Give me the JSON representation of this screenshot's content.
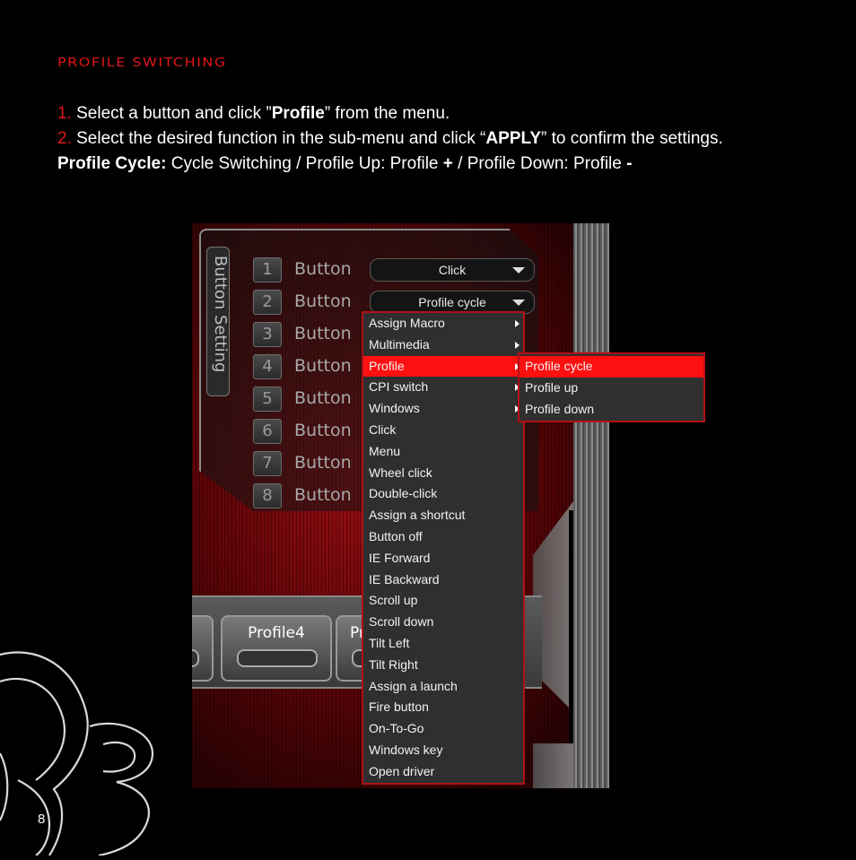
{
  "heading": "PROFILE SWITCHING",
  "instructions": {
    "step1": {
      "num": "1.",
      "pre": " Select a button and click ”",
      "bold": "Profile",
      "post": "” from the menu."
    },
    "step2": {
      "num": "2.",
      "pre": " Select the desired function in the sub-menu and click “",
      "bold": "APPLY",
      "post": "” to confirm the settings."
    },
    "step3": {
      "bold": "Profile Cycle:",
      "text": " Cycle Switching / Profile Up: Profile ",
      "plus": "+",
      "mid": " / Profile Down: Profile ",
      "minus": "-"
    }
  },
  "app": {
    "side_tab_label": "Button Setting",
    "button_label": "Button",
    "button_numbers": [
      "1",
      "2",
      "3",
      "4",
      "5",
      "6",
      "7",
      "8"
    ],
    "dropdown1": "Click",
    "dropdown2": "Profile cycle",
    "profile_buttons": [
      "Profile4",
      "Pr"
    ]
  },
  "menu": {
    "items": [
      "Assign Macro",
      "Multimedia",
      "Profile",
      "CPI switch",
      "Windows",
      "Click",
      "Menu",
      "Wheel click",
      "Double-click",
      "Assign a shortcut",
      "Button off",
      "IE Forward",
      "IE Backward",
      "Scroll up",
      "Scroll down",
      "Tilt Left",
      "Tilt Right",
      "Assign a launch",
      "Fire button",
      "On-To-Go",
      "Windows key",
      "Open driver"
    ],
    "has_submenu": [
      true,
      true,
      true,
      true,
      true,
      false,
      false,
      false,
      false,
      false,
      false,
      false,
      false,
      false,
      false,
      false,
      false,
      false,
      false,
      false,
      false,
      false
    ],
    "selected": "Profile"
  },
  "submenu": {
    "items": [
      "Profile cycle",
      "Profile up",
      "Profile down"
    ],
    "selected": "Profile cycle"
  },
  "page_number": "8",
  "colors": {
    "accent": "#e3141b",
    "menu_bg": "#2f2f2f",
    "menu_highlight": "#ff1010",
    "menu_border": "#b01116"
  }
}
